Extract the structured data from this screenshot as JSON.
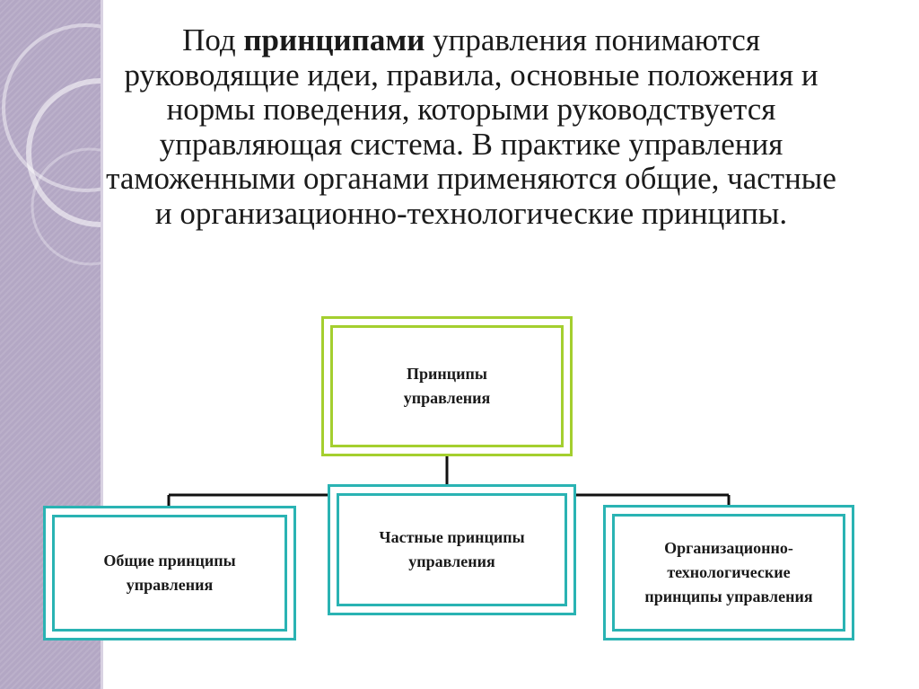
{
  "intro": {
    "before": "Под ",
    "emphasis": "принципами",
    "after": " управления понимаются руководящие идеи, правила, основные положения и нормы поведения, которыми руководствуется управляющая система. В практике управления таможенными органами применяются общие, частные и организационно-технологические принципы."
  },
  "diagram": {
    "root": {
      "line1": "Принципы",
      "line2": "управления"
    },
    "children": [
      {
        "line1": "Общие принципы",
        "line2": "управления"
      },
      {
        "line1": "Частные принципы",
        "line2": "управления"
      },
      {
        "line1": "Организационно-",
        "line2": "технологические",
        "line3": "принципы управления"
      }
    ]
  },
  "colors": {
    "root_border": "#a4cf2f",
    "child_border": "#2ab3b3",
    "connector": "#111111",
    "side_band": "#b3a7c4"
  }
}
